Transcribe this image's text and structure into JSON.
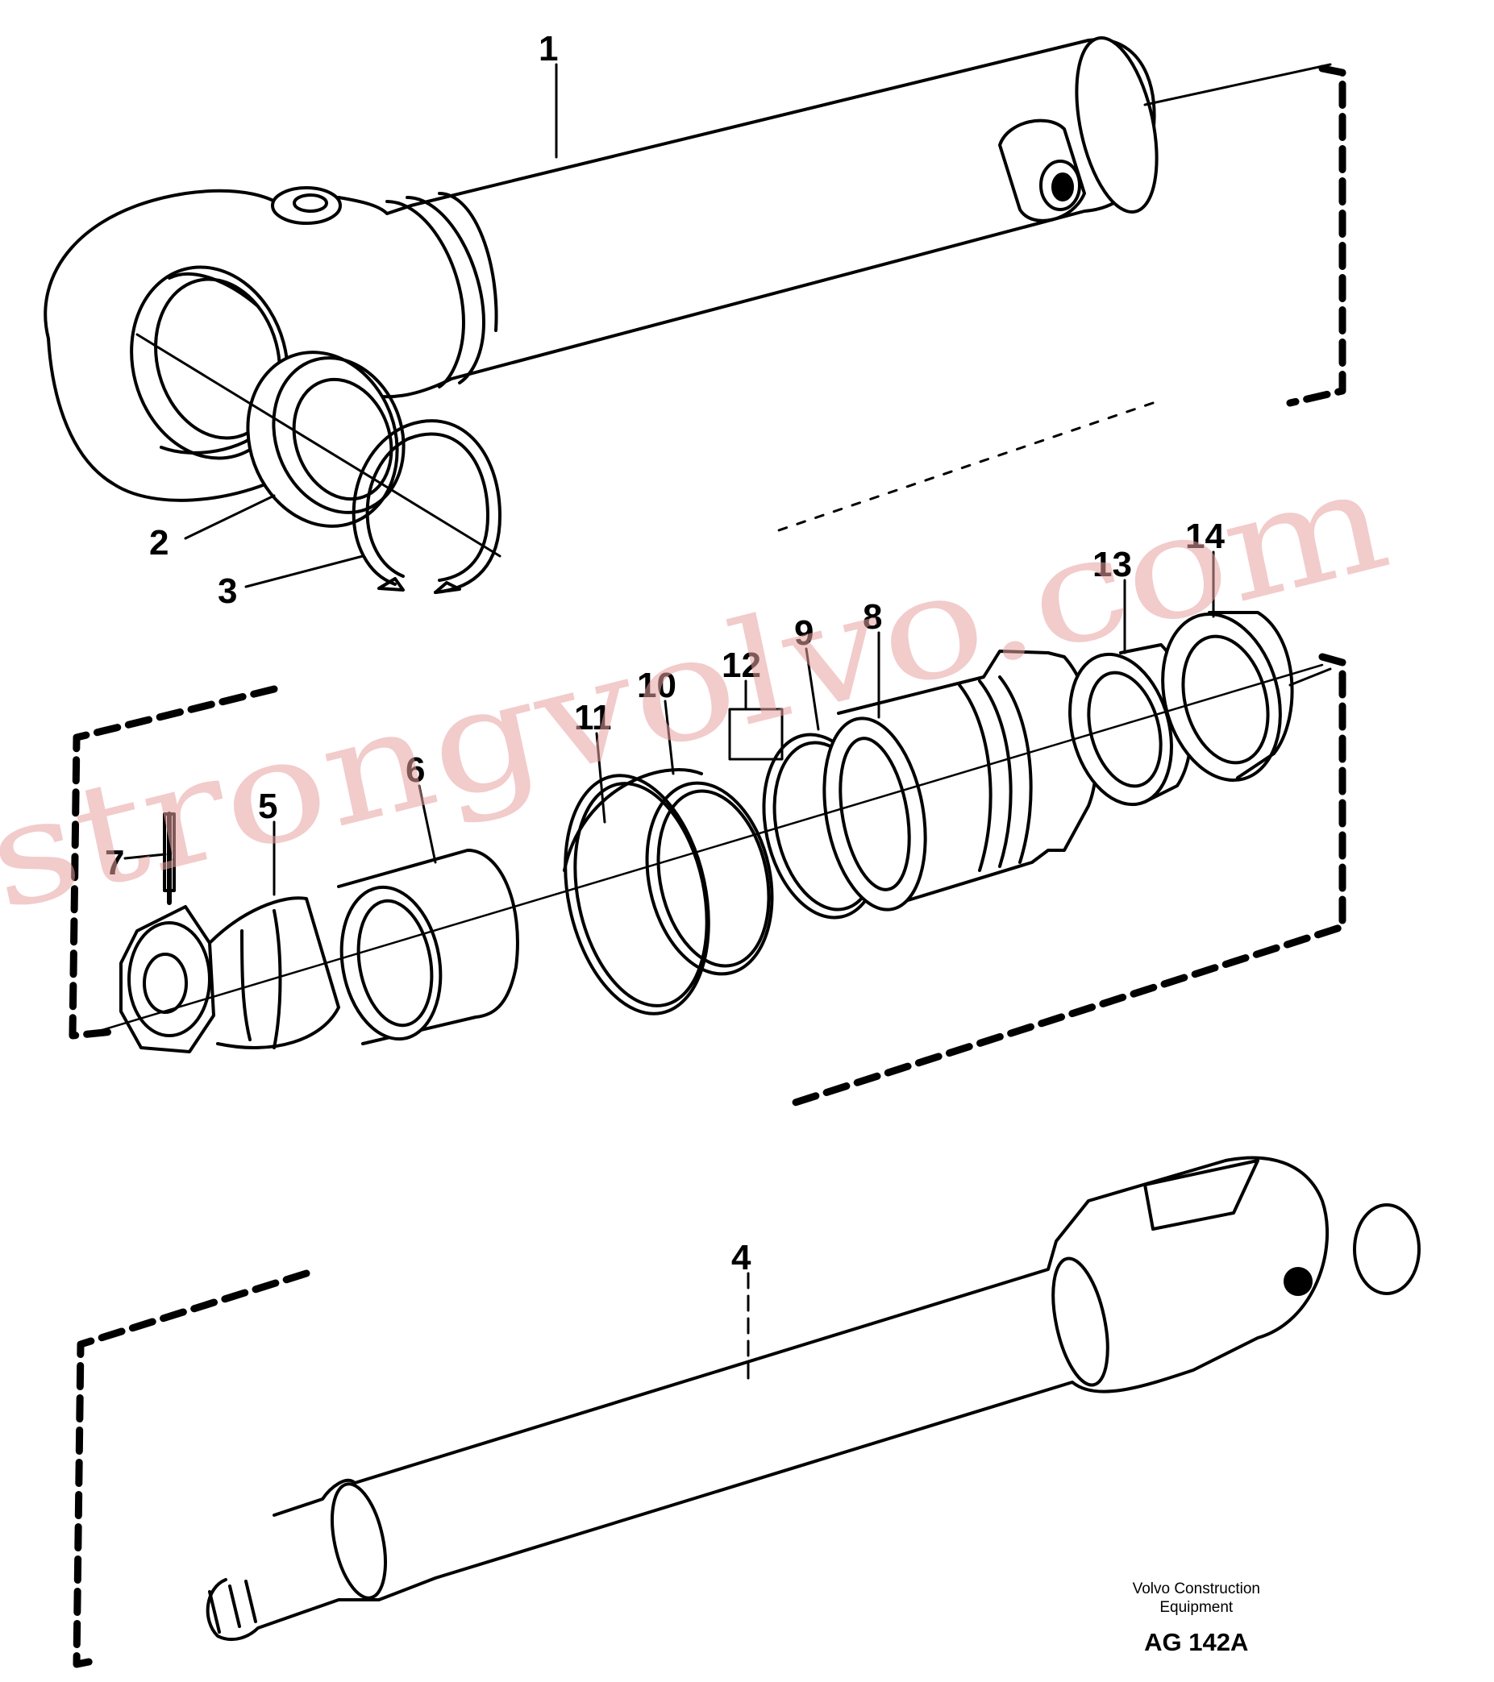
{
  "callouts": [
    {
      "id": "1",
      "text": "1"
    },
    {
      "id": "2",
      "text": "2"
    },
    {
      "id": "3",
      "text": "3"
    },
    {
      "id": "4",
      "text": "4"
    },
    {
      "id": "5",
      "text": "5"
    },
    {
      "id": "6",
      "text": "6"
    },
    {
      "id": "7",
      "text": "7"
    },
    {
      "id": "8",
      "text": "8"
    },
    {
      "id": "9",
      "text": "9"
    },
    {
      "id": "10",
      "text": "10"
    },
    {
      "id": "11",
      "text": "11"
    },
    {
      "id": "12",
      "text": "12"
    },
    {
      "id": "13",
      "text": "13"
    },
    {
      "id": "14",
      "text": "14"
    }
  ],
  "caption": {
    "line1": "Volvo Construction",
    "line2": "Equipment",
    "code": "AG 142A"
  },
  "watermark": "strongvolvo.com",
  "colors": {
    "ink": "#000000",
    "watermark": "#e8a0a0"
  }
}
